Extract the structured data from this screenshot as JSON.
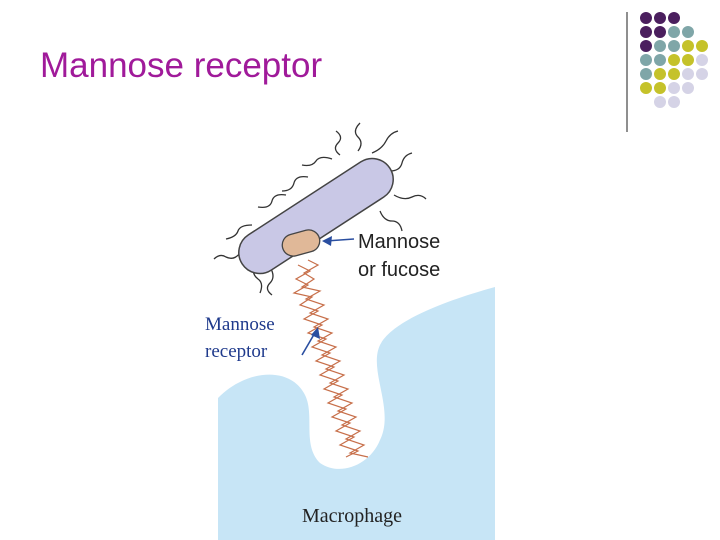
{
  "slide": {
    "title": "Mannose receptor"
  },
  "diagram": {
    "label_sugar_line1": "Mannose",
    "label_sugar_line2": "or fucose",
    "label_receptor_line1": "Mannose",
    "label_receptor_line2": "receptor",
    "label_cell": "Macrophage"
  },
  "colors": {
    "title": "#a01a9a",
    "dot_purple": "#4b1f5e",
    "dot_teal": "#7fa6a8",
    "dot_olive": "#c5c22a",
    "dot_lavender": "#d5d3e6",
    "bacterium": "#c9c8e6",
    "macrophage": "#c7e5f6",
    "receptor": "#d9957a",
    "label_blue": "#1f3a8c"
  }
}
